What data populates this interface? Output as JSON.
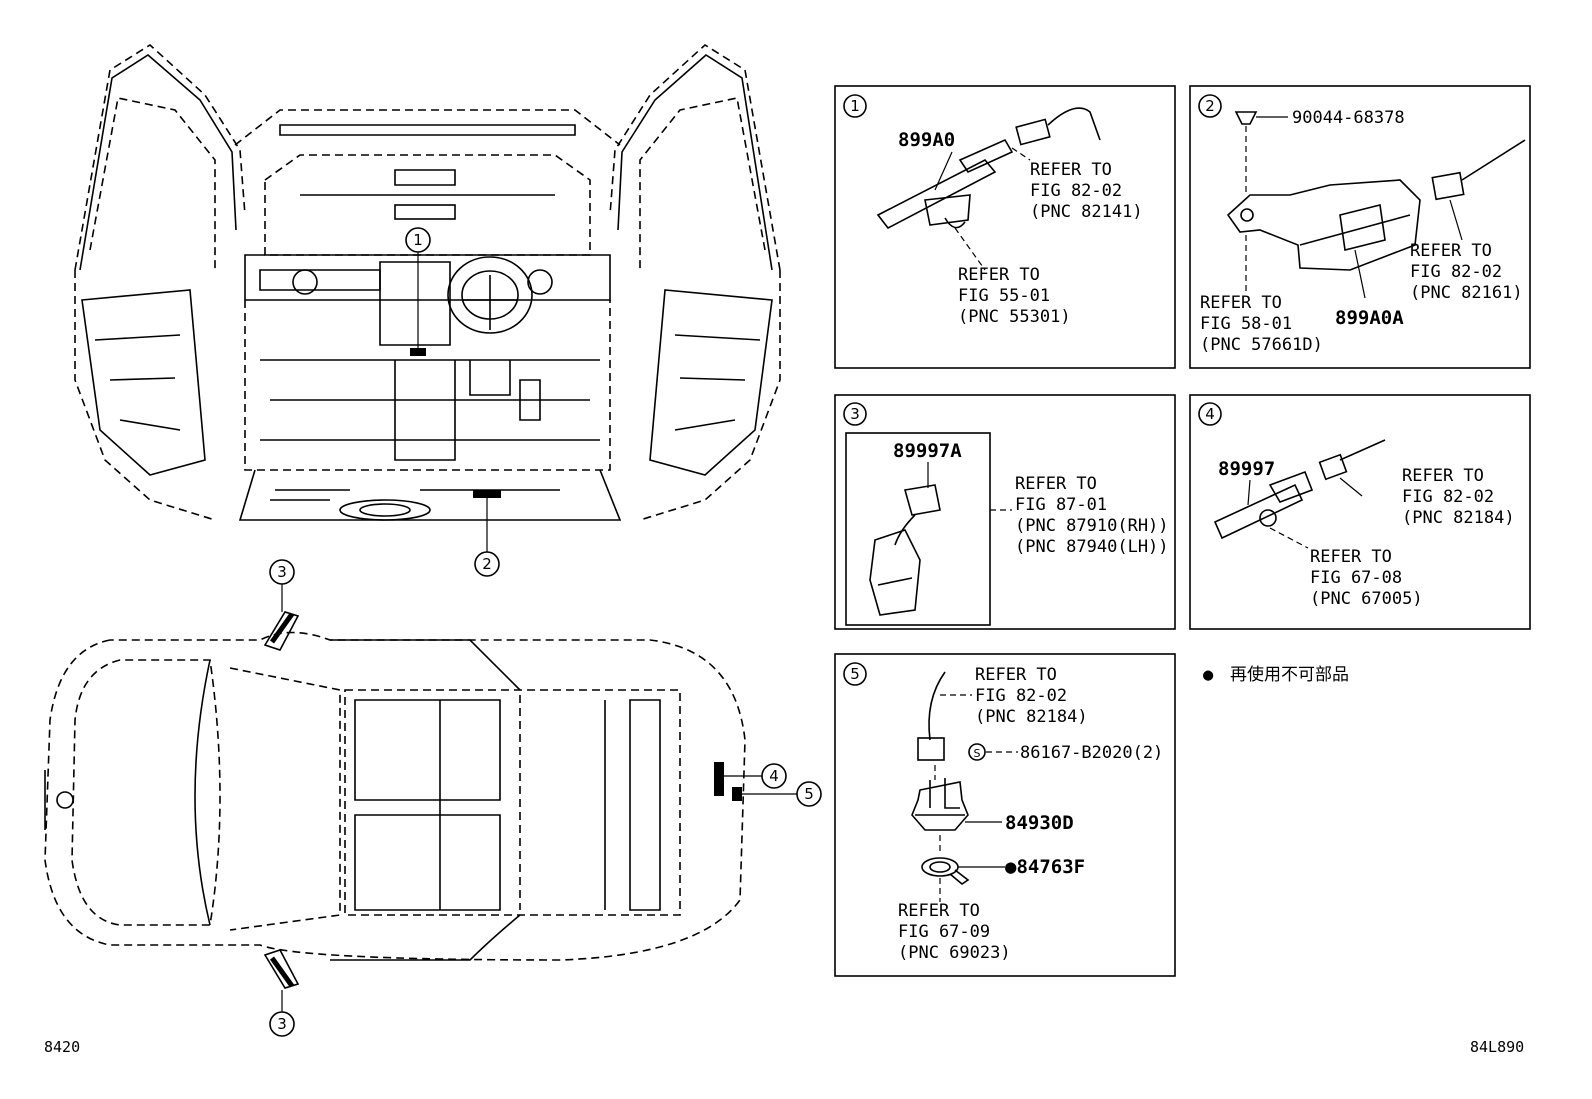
{
  "legend": {
    "bullet": "●",
    "text": "再使用不可部品"
  },
  "footer": {
    "left": "8420",
    "right": "84L890"
  },
  "callouts": {
    "c1": "1",
    "c2": "2",
    "c3": "3",
    "c4": "4",
    "c5": "5"
  },
  "panels": {
    "p1": {
      "num": "1",
      "part": "899A0",
      "ref_a": [
        "REFER TO",
        "FIG 82-02",
        "(PNC 82141)"
      ],
      "ref_b": [
        "REFER TO",
        "FIG 55-01",
        "(PNC 55301)"
      ]
    },
    "p2": {
      "num": "2",
      "bolt": "90044-68378",
      "part": "899A0A",
      "ref_a": [
        "REFER TO",
        "FIG 82-02",
        "(PNC 82161)"
      ],
      "ref_b": [
        "REFER TO",
        "FIG 58-01",
        "(PNC 57661D)"
      ]
    },
    "p3": {
      "num": "3",
      "part": "89997A",
      "ref_a": [
        "REFER TO",
        "FIG 87-01",
        "(PNC 87910(RH))",
        "(PNC 87940(LH))"
      ]
    },
    "p4": {
      "num": "4",
      "part": "89997",
      "ref_a": [
        "REFER TO",
        "FIG 82-02",
        "(PNC 82184)"
      ],
      "ref_b": [
        "REFER TO",
        "FIG 67-08",
        "(PNC 67005)"
      ]
    },
    "p5": {
      "num": "5",
      "ref_a": [
        "REFER TO",
        "FIG 82-02",
        "(PNC 82184)"
      ],
      "screw_mark": "S",
      "screw": "86167-B2020(2)",
      "part_a": "84930D",
      "part_b": "●84763F",
      "ref_b": [
        "REFER TO",
        "FIG 67-09",
        "(PNC 69023)"
      ]
    }
  }
}
